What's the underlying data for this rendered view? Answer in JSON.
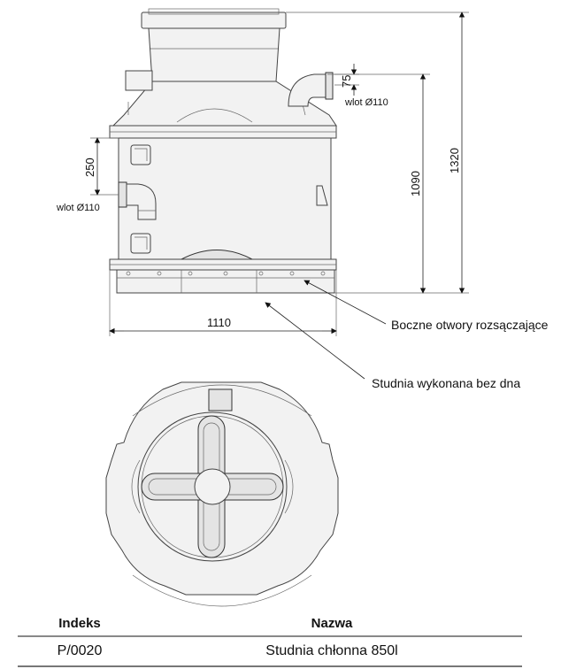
{
  "drawing": {
    "dimensions": {
      "top_pipe_offset": "75",
      "total_height": "1320",
      "body_height": "1090",
      "side_pipe_height": "250",
      "width": "1110"
    },
    "inlet_labels": {
      "top_right": "wlot Ø110",
      "left": "wlot Ø110"
    },
    "annotations": {
      "side_holes": "Boczne otwory rozsączające",
      "no_bottom": "Studnia wykonana bez dna"
    }
  },
  "table": {
    "headers": {
      "index": "Indeks",
      "name": "Nazwa"
    },
    "rows": [
      {
        "index": "P/0020",
        "name": "Studnia chłonna 850l"
      }
    ]
  }
}
